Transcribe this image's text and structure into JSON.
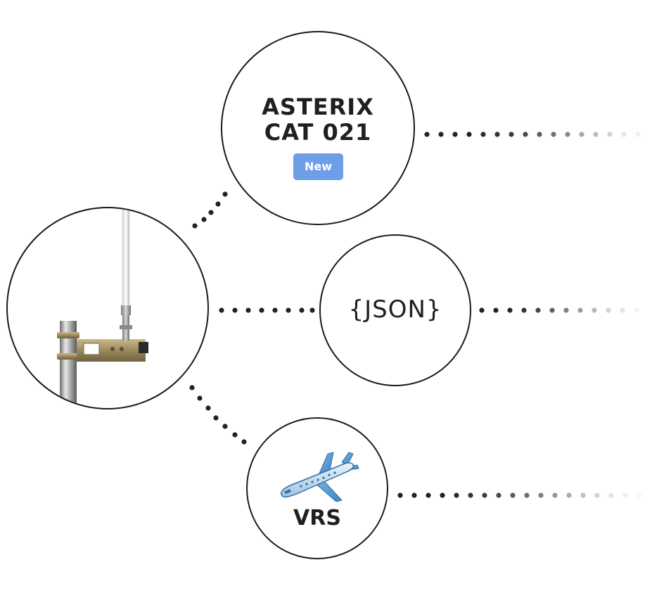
{
  "nodes": {
    "asterix": {
      "title_line1": "ASTERIX",
      "title_line2": "CAT 021",
      "badge": "New"
    },
    "json": {
      "title": "{JSON}"
    },
    "vrs": {
      "title": "VRS",
      "icon": "airplane-icon"
    },
    "antenna": {
      "icon": "antenna-icon"
    }
  },
  "colors": {
    "badge_background": "#6f9ee8",
    "border": "#1a1a1a",
    "dot": "#222222"
  }
}
